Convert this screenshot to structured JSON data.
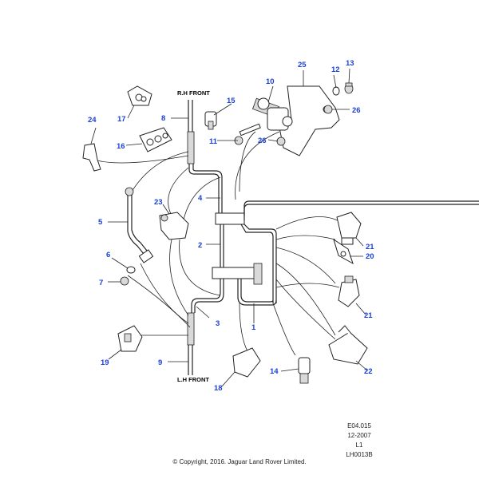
{
  "labels": {
    "rh_front": "R.H FRONT",
    "lh_front": "L.H FRONT"
  },
  "callouts": {
    "c1": "1",
    "c2": "2",
    "c3": "3",
    "c4": "4",
    "c5": "5",
    "c6": "6",
    "c7": "7",
    "c8": "8",
    "c9": "9",
    "c10": "10",
    "c11": "11",
    "c12": "12",
    "c13": "13",
    "c14": "14",
    "c15": "15",
    "c16": "16",
    "c17": "17",
    "c18": "18",
    "c19": "19",
    "c20": "20",
    "c21a": "21",
    "c21b": "21",
    "c22": "22",
    "c23": "23",
    "c24": "24",
    "c25": "25",
    "c26a": "26",
    "c26b": "26"
  },
  "meta": {
    "ref": "E04.015",
    "date": "12-2007",
    "level": "L1",
    "drawing": "LH0013B"
  },
  "copyright": "© Copyright, 2016. Jaguar Land Rover Limited.",
  "colors": {
    "callout": "#1a3fd6",
    "line": "#222222"
  }
}
